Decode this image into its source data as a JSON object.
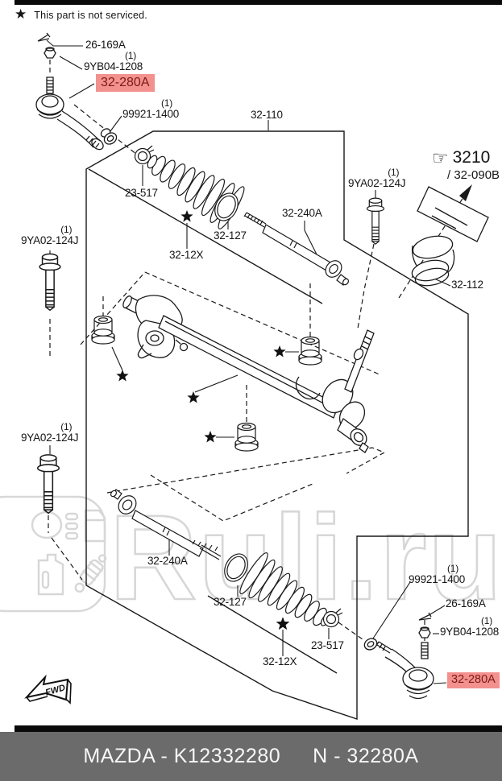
{
  "note": {
    "text": "This part is not serviced."
  },
  "watermark": {
    "text": "Ruli.ru"
  },
  "icons": {
    "hand": "☞",
    "not_serviced_star": "★"
  },
  "fwd": {
    "label": "FWD"
  },
  "parts": {
    "cotter_pin_top": {
      "code": "26-169A"
    },
    "castle_nut_top": {
      "code": "9YB04-1208",
      "qty": "(1)"
    },
    "tie_rod_end_top": {
      "code": "32-280A"
    },
    "lock_nut_top": {
      "code": "99921-1400",
      "qty": "(1)"
    },
    "gear_assembly": {
      "code": "32-110"
    },
    "clamp_top": {
      "code": "23-517"
    },
    "inner_rod_top": {
      "code": "32-240A"
    },
    "ring_top": {
      "code": "32-127"
    },
    "boot_top": {
      "code": "32-12X"
    },
    "bolt_right": {
      "code": "9YA02-124J",
      "qty": "(1)"
    },
    "column_ref": {
      "code": "3210",
      "sub": "/ 32-090B"
    },
    "valve_housing": {
      "code": "32-112"
    },
    "bolt_left_upper": {
      "code": "9YA02-124J",
      "qty": "(1)"
    },
    "bolt_left_lower": {
      "code": "9YA02-124J",
      "qty": "(1)"
    },
    "inner_rod_bottom": {
      "code": "32-240A"
    },
    "ring_bottom": {
      "code": "32-127"
    },
    "clamp_bottom": {
      "code": "23-517"
    },
    "boot_bottom": {
      "code": "32-12X"
    },
    "lock_nut_bottom": {
      "code": "99921-1400",
      "qty": "(1)"
    },
    "cotter_pin_bottom": {
      "code": "26-169A"
    },
    "castle_nut_bottom": {
      "code": "9YB04-1208",
      "qty": "(1)"
    },
    "tie_rod_end_bottom": {
      "code": "32-280A"
    }
  },
  "footer": {
    "left": "MAZDA - K12332280",
    "right": "N - 32280A"
  },
  "colors": {
    "highlight_bg": "#f2918e",
    "highlight_text": "#7d1a15",
    "footer_bg": "#6b6b6b",
    "footer_text": "#f7f7f7",
    "line": "#1a1a1a",
    "watermark": "#d7d7d7"
  }
}
